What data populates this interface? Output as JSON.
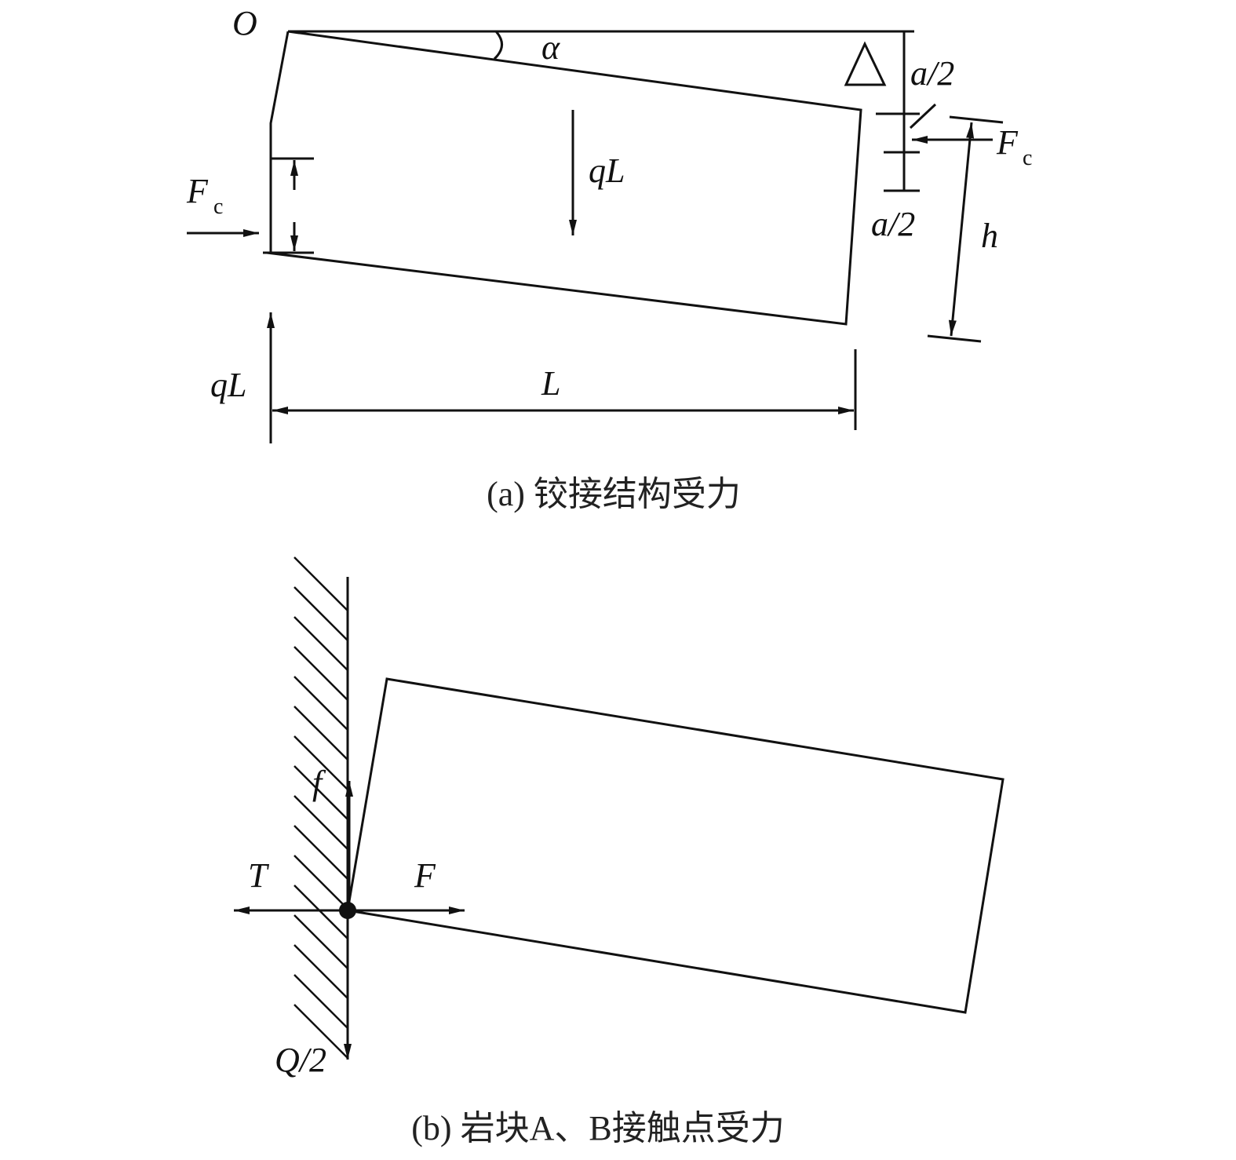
{
  "panel_a": {
    "caption": "(a) 铰接结构受力",
    "labels": {
      "origin": "O",
      "angle": "α",
      "half_a_top": "a/2",
      "half_a_bottom": "a/2",
      "force_c": "F",
      "force_c_sub": "c",
      "force_c_left": "F",
      "force_c_left_sub": "c",
      "height": "h",
      "load_down": "qL",
      "load_up": "qL",
      "length": "L"
    }
  },
  "panel_b": {
    "caption": "(b) 岩块A、B接触点受力",
    "labels": {
      "friction": "f",
      "tension": "T",
      "force": "F",
      "shear": "Q/2"
    }
  }
}
